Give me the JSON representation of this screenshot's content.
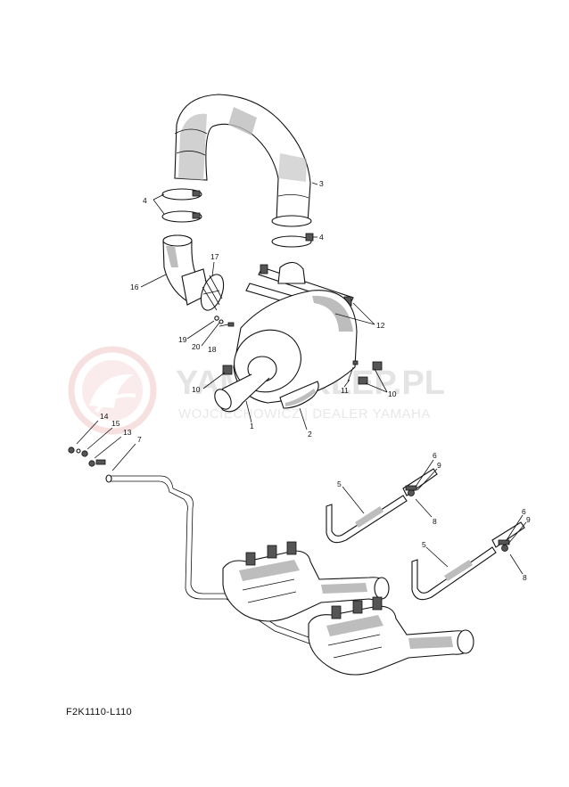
{
  "watermark": {
    "title": "YAMA-SKLEP.PL",
    "subtitle": "WOJCIECHOWICZ | DEALER YAMAHA",
    "logo_color": "#f0c8c8"
  },
  "diagram_code": "F2K1110-L110",
  "callouts": [
    {
      "id": "c1",
      "label": "1"
    },
    {
      "id": "c2",
      "label": "2"
    },
    {
      "id": "c3",
      "label": "3"
    },
    {
      "id": "c4a",
      "label": "4"
    },
    {
      "id": "c4b",
      "label": "4"
    },
    {
      "id": "c5a",
      "label": "5"
    },
    {
      "id": "c5b",
      "label": "5"
    },
    {
      "id": "c6a",
      "label": "6"
    },
    {
      "id": "c6b",
      "label": "6"
    },
    {
      "id": "c7",
      "label": "7"
    },
    {
      "id": "c8a",
      "label": "8"
    },
    {
      "id": "c8b",
      "label": "8"
    },
    {
      "id": "c9a",
      "label": "9"
    },
    {
      "id": "c9b",
      "label": "9"
    },
    {
      "id": "c10a",
      "label": "10"
    },
    {
      "id": "c10b",
      "label": "10"
    },
    {
      "id": "c11",
      "label": "11"
    },
    {
      "id": "c12",
      "label": "12"
    },
    {
      "id": "c13",
      "label": "13"
    },
    {
      "id": "c14",
      "label": "14"
    },
    {
      "id": "c15",
      "label": "15"
    },
    {
      "id": "c16",
      "label": "16"
    },
    {
      "id": "c17",
      "label": "17"
    },
    {
      "id": "c18",
      "label": "18"
    },
    {
      "id": "c19",
      "label": "19"
    },
    {
      "id": "c20",
      "label": "20"
    }
  ]
}
